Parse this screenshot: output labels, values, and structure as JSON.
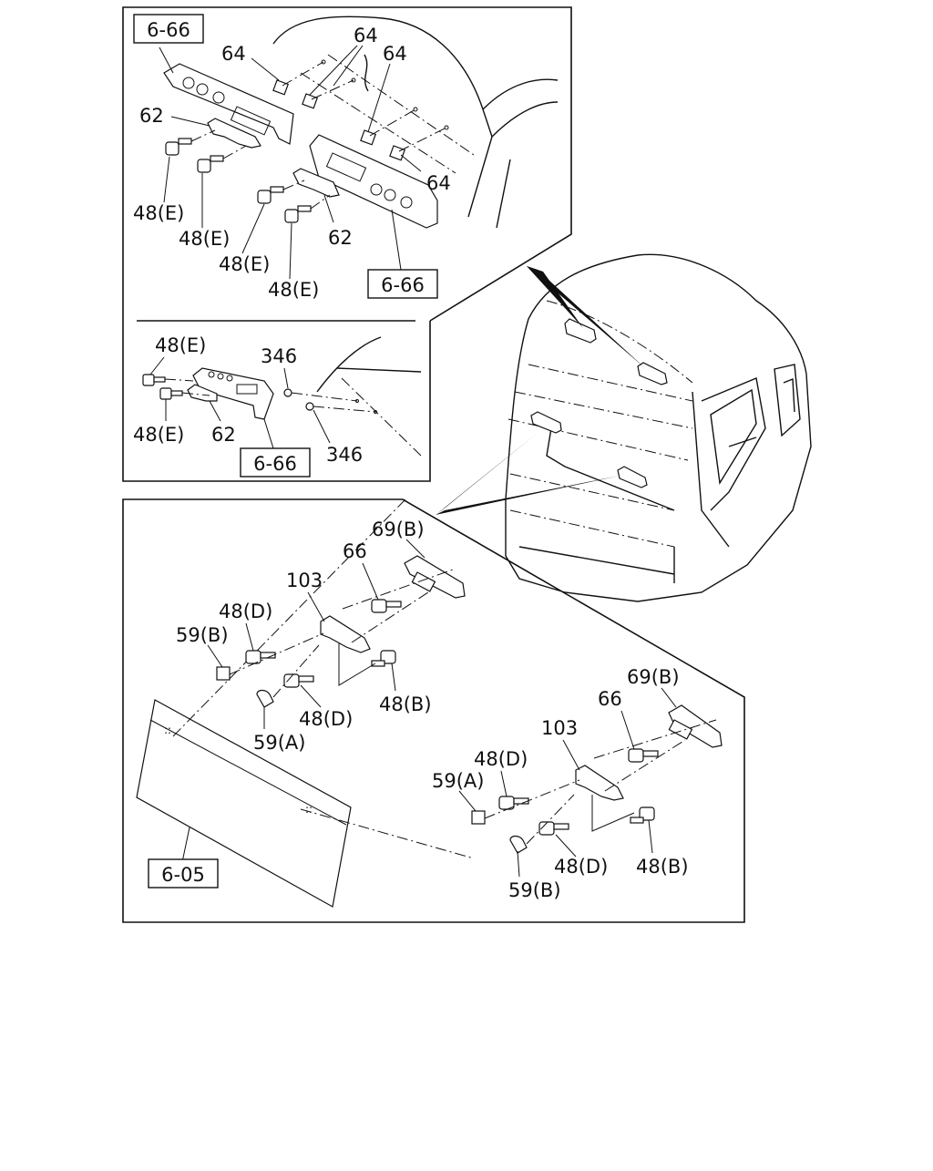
{
  "refs": {
    "r1": "6-66",
    "r2": "6-66",
    "r3": "6-66",
    "r4": "6-05"
  },
  "labels": {
    "a1": "64",
    "a2": "64",
    "a3": "64",
    "a4": "64",
    "a5": "62",
    "a6": "62",
    "a7": "48(E)",
    "a8": "48(E)",
    "a9": "48(E)",
    "a10": "48(E)",
    "b1": "48(E)",
    "b2": "346",
    "b3": "48(E)",
    "b4": "62",
    "b5": "346",
    "c1": "69(B)",
    "c2": "66",
    "c3": "103",
    "c4": "48(D)",
    "c5": "59(B)",
    "c6": "48(D)",
    "c7": "48(B)",
    "c8": "59(A)",
    "d1": "69(B)",
    "d2": "66",
    "d3": "103",
    "d4": "48(D)",
    "d5": "59(A)",
    "d6": "48(D)",
    "d7": "48(B)",
    "d8": "59(B)"
  }
}
